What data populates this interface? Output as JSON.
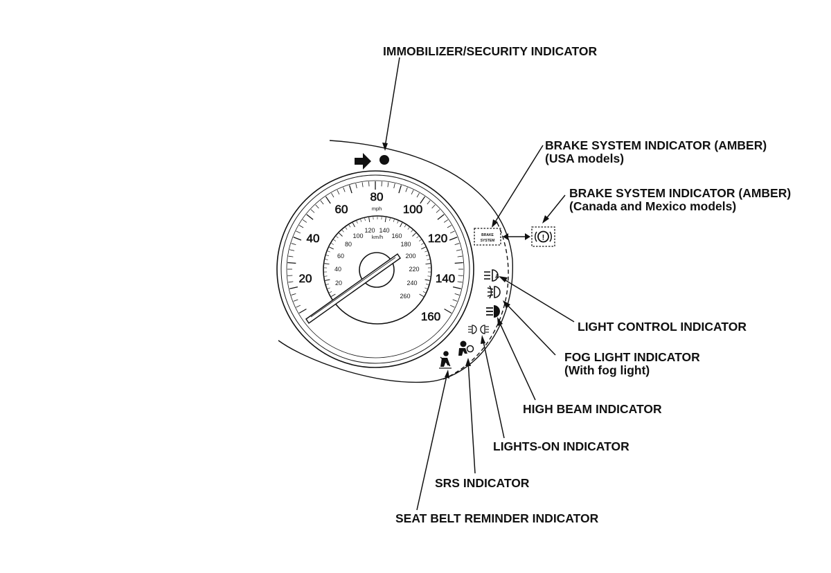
{
  "callouts": {
    "immobilizer": "IMMOBILIZER/SECURITY INDICATOR",
    "brake_usa_l1": "BRAKE SYSTEM INDICATOR (AMBER)",
    "brake_usa_l2": "(USA models)",
    "brake_can_l1": "BRAKE SYSTEM INDICATOR (AMBER)",
    "brake_can_l2": "(Canada and Mexico models)",
    "light_control": "LIGHT CONTROL INDICATOR",
    "fog_l1": "FOG LIGHT INDICATOR",
    "fog_l2": "(With fog light)",
    "high_beam": "HIGH BEAM INDICATOR",
    "lights_on": "LIGHTS-ON INDICATOR",
    "srs": "SRS INDICATOR",
    "seat_belt": "SEAT BELT REMINDER INDICATOR"
  },
  "gauge": {
    "mph_labels": [
      "20",
      "40",
      "60",
      "80",
      "100",
      "120",
      "140",
      "160"
    ],
    "mph_unit": "mph",
    "kmh_labels": [
      "20",
      "40",
      "60",
      "80",
      "100",
      "120",
      "140",
      "160",
      "180",
      "200",
      "220",
      "240",
      "260"
    ],
    "kmh_unit": "km/h",
    "brake_lamp_text_l1": "BRAKE",
    "brake_lamp_text_l2": "SYSTEM",
    "brake_lamp_symbol": "!"
  }
}
